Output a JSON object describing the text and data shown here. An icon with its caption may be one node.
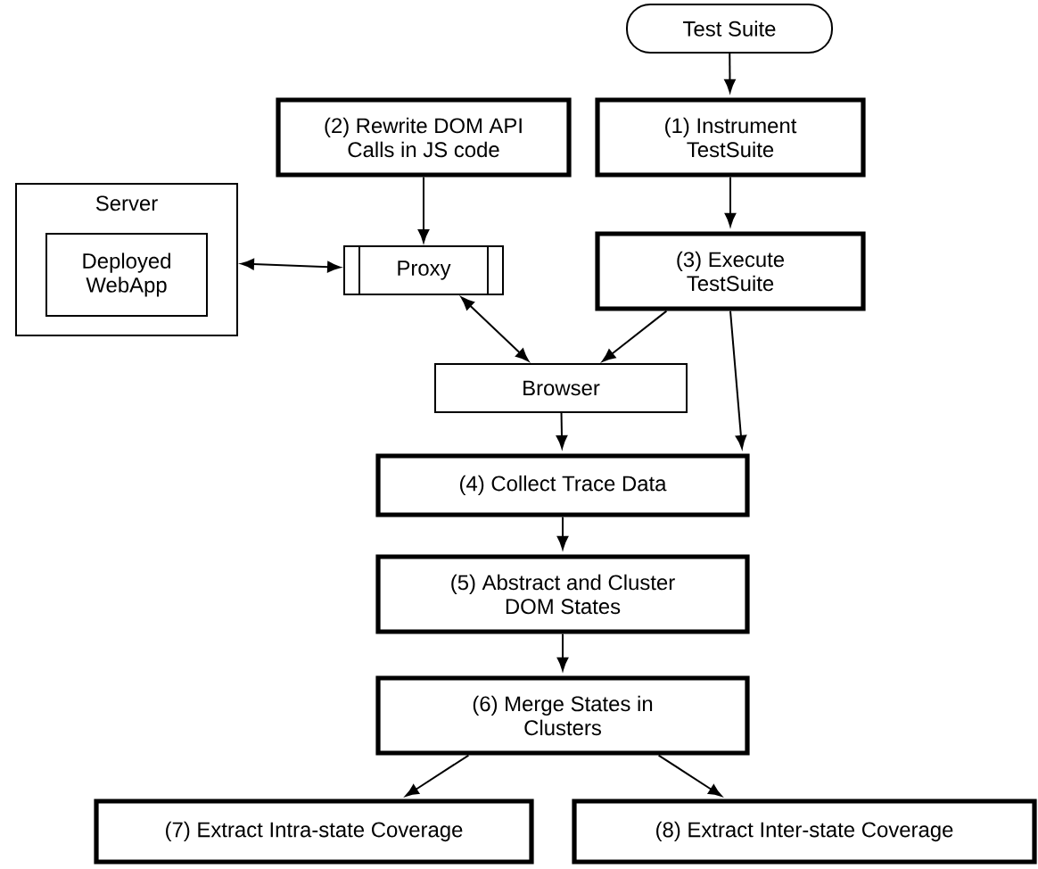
{
  "diagram": {
    "nodes": [
      {
        "text": [
          "Test Suite"
        ]
      },
      {
        "text": [
          "(2) Rewrite DOM API Calls in JS code"
        ]
      },
      {
        "text": [
          "(1) Instrument TestSuite"
        ]
      },
      {
        "text": [
          "Server"
        ]
      },
      {
        "text": [
          "Deployed WebApp"
        ],
        "in": 3
      },
      {
        "text": [
          "Proxy"
        ]
      },
      {
        "text": [
          "(3) Execute TestSuite"
        ]
      },
      {
        "text": [
          "Browser"
        ]
      },
      {
        "text": [
          "(4) Collect Trace Data"
        ]
      },
      {
        "text": [
          "(5) Abstract and Cluster DOM States"
        ]
      },
      {
        "text": [
          "(6) Merge States in Clusters"
        ]
      },
      {
        "text": [
          "(7) Extract Intra-state Coverage"
        ]
      },
      {
        "text": [
          "(8) Extract Inter-state Coverage"
        ]
      }
    ],
    "edges": [
      {
        "from": 0,
        "to": 2,
        "arrow": "to"
      },
      {
        "from": 1,
        "to": 5,
        "arrow": "to"
      },
      {
        "from": 2,
        "to": 6,
        "arrow": "to"
      },
      {
        "from": 3,
        "to": 5,
        "arrow": "both"
      },
      {
        "from": 5,
        "to": 7,
        "arrow": "both"
      },
      {
        "from": 6,
        "to": 7,
        "arrow": "to"
      },
      {
        "from": 6,
        "to": 8,
        "arrow": "to"
      },
      {
        "from": 7,
        "to": 8,
        "arrow": "to"
      },
      {
        "from": 8,
        "to": 9,
        "arrow": "to"
      },
      {
        "from": 9,
        "to": 10,
        "arrow": "to"
      },
      {
        "from": 10,
        "to": 11,
        "arrow": "to"
      },
      {
        "from": 10,
        "to": 12,
        "arrow": "to"
      }
    ]
  }
}
